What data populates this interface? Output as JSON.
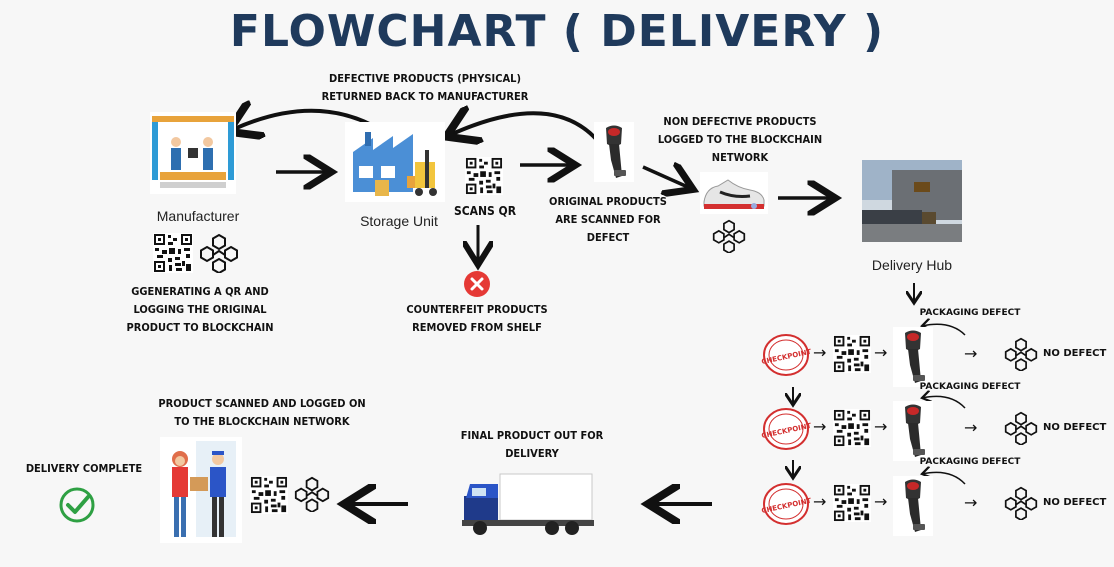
{
  "title": "FLOWCHART ( DELIVERY )",
  "nodes": {
    "manufacturer": "Manufacturer",
    "storage_unit": "Storage Unit",
    "delivery_hub": "Delivery Hub"
  },
  "captions": {
    "defective_returned": [
      "DEFECTIVE PRODUCTS (PHYSICAL)",
      "RETURNED BACK TO MANUFACTURER"
    ],
    "generating_qr": [
      "GGENERATING A QR AND",
      "LOGGING THE ORIGINAL",
      "PRODUCT TO BLOCKCHAIN"
    ],
    "scans_qr": "SCANS QR",
    "counterfeit_removed": [
      "COUNTERFEIT PRODUCTS",
      "REMOVED FROM SHELF"
    ],
    "original_scanned": [
      "ORIGINAL PRODUCTS",
      "ARE SCANNED FOR",
      "DEFECT"
    ],
    "non_defective_logged": [
      "NON DEFECTIVE PRODUCTS",
      "LOGGED TO THE BLOCKCHAIN",
      "NETWORK"
    ],
    "final_product_out": [
      "FINAL PRODUCT OUT FOR",
      "DELIVERY"
    ],
    "product_scanned_logged": [
      "PRODUCT SCANNED AND LOGGED ON",
      "TO THE BLOCKCHAIN NETWORK"
    ],
    "delivery_complete": "DELIVERY COMPLETE"
  },
  "checkpoints": [
    {
      "stamp": "CHECKPOINT",
      "defect_label": "PACKAGING DEFECT",
      "result": "NO DEFECT"
    },
    {
      "stamp": "CHECKPOINT",
      "defect_label": "PACKAGING DEFECT",
      "result": "NO DEFECT"
    },
    {
      "stamp": "CHECKPOINT",
      "defect_label": "PACKAGING DEFECT",
      "result": "NO DEFECT"
    }
  ],
  "colors": {
    "title": "#1f3a5c",
    "check": "#2ea043",
    "error": "#e53935",
    "stamp": "#d32f2f"
  }
}
